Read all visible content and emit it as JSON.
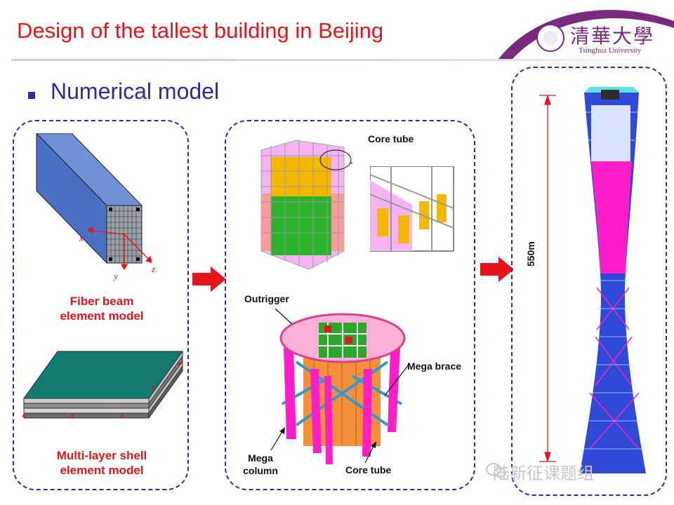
{
  "slide": {
    "title": "Design of the tallest building in Beijing",
    "subtitle": "Numerical model"
  },
  "logo": {
    "name_cn": "清華大學",
    "name_en": "Tsinghua University"
  },
  "panels": {
    "left": {
      "fiber_label_line1": "Fiber beam",
      "fiber_label_line2": "element model",
      "shell_label_line1": "Multi-layer shell",
      "shell_label_line2": "element model",
      "axes": {
        "x": "x",
        "y": "y",
        "z": "z"
      }
    },
    "middle": {
      "core_tube_top": "Core tube",
      "outrigger": "Outrigger",
      "mega_brace": "Mega brace",
      "mega_column_line1": "Mega",
      "mega_column_line2": "column",
      "core_tube_bottom": "Core tube"
    },
    "right": {
      "height_label": "550m"
    }
  },
  "watermark": "陆新征课题组",
  "colors": {
    "title": "#e8141c",
    "subtitle": "#2b2b9e",
    "panel_border": "#2b2bb0",
    "arrow": "#e8141c",
    "logo": "#7a2a7e"
  }
}
